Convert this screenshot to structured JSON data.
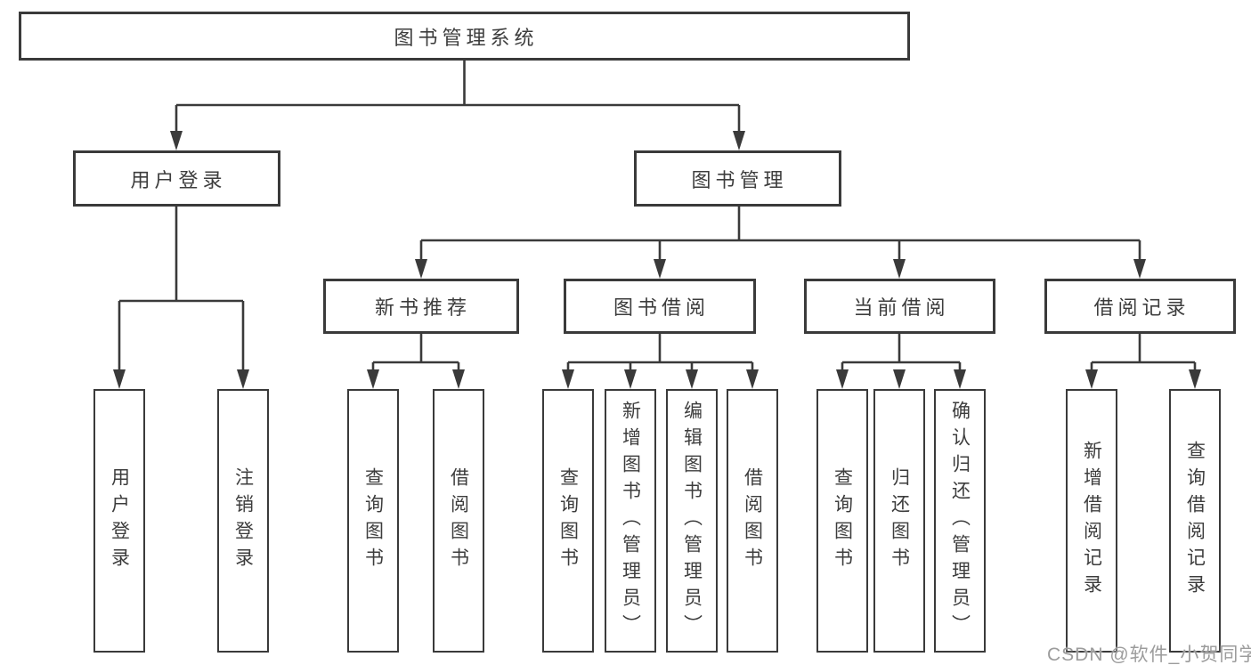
{
  "root": {
    "label": "图书管理系统"
  },
  "level2": {
    "user_login": {
      "label": "用户登录",
      "children": [
        {
          "label": "用户登录"
        },
        {
          "label": "注销登录"
        }
      ]
    },
    "book_management": {
      "label": "图书管理"
    }
  },
  "level3": {
    "new_book_recommend": {
      "label": "新书推荐",
      "children": [
        {
          "label": "查询图书"
        },
        {
          "label": "借阅图书"
        }
      ]
    },
    "book_borrowing": {
      "label": "图书借阅",
      "children": [
        {
          "label": "查询图书"
        },
        {
          "label": "新增图书（管理员）"
        },
        {
          "label": "编辑图书（管理员）"
        },
        {
          "label": "借阅图书"
        }
      ]
    },
    "current_borrowing": {
      "label": "当前借阅",
      "children": [
        {
          "label": "查询图书"
        },
        {
          "label": "归还图书"
        },
        {
          "label": "确认归还（管理员）"
        }
      ]
    },
    "borrowing_records": {
      "label": "借阅记录",
      "children": [
        {
          "label": "新增借阅记录"
        },
        {
          "label": "查询借阅记录"
        }
      ]
    }
  },
  "watermark": {
    "text": "CSDN @软件_小贺同学",
    "color": "#9c9c9c"
  },
  "colors": {
    "line": "#3a3a3a",
    "text": "#3d3d3d",
    "background": "#ffffff"
  }
}
